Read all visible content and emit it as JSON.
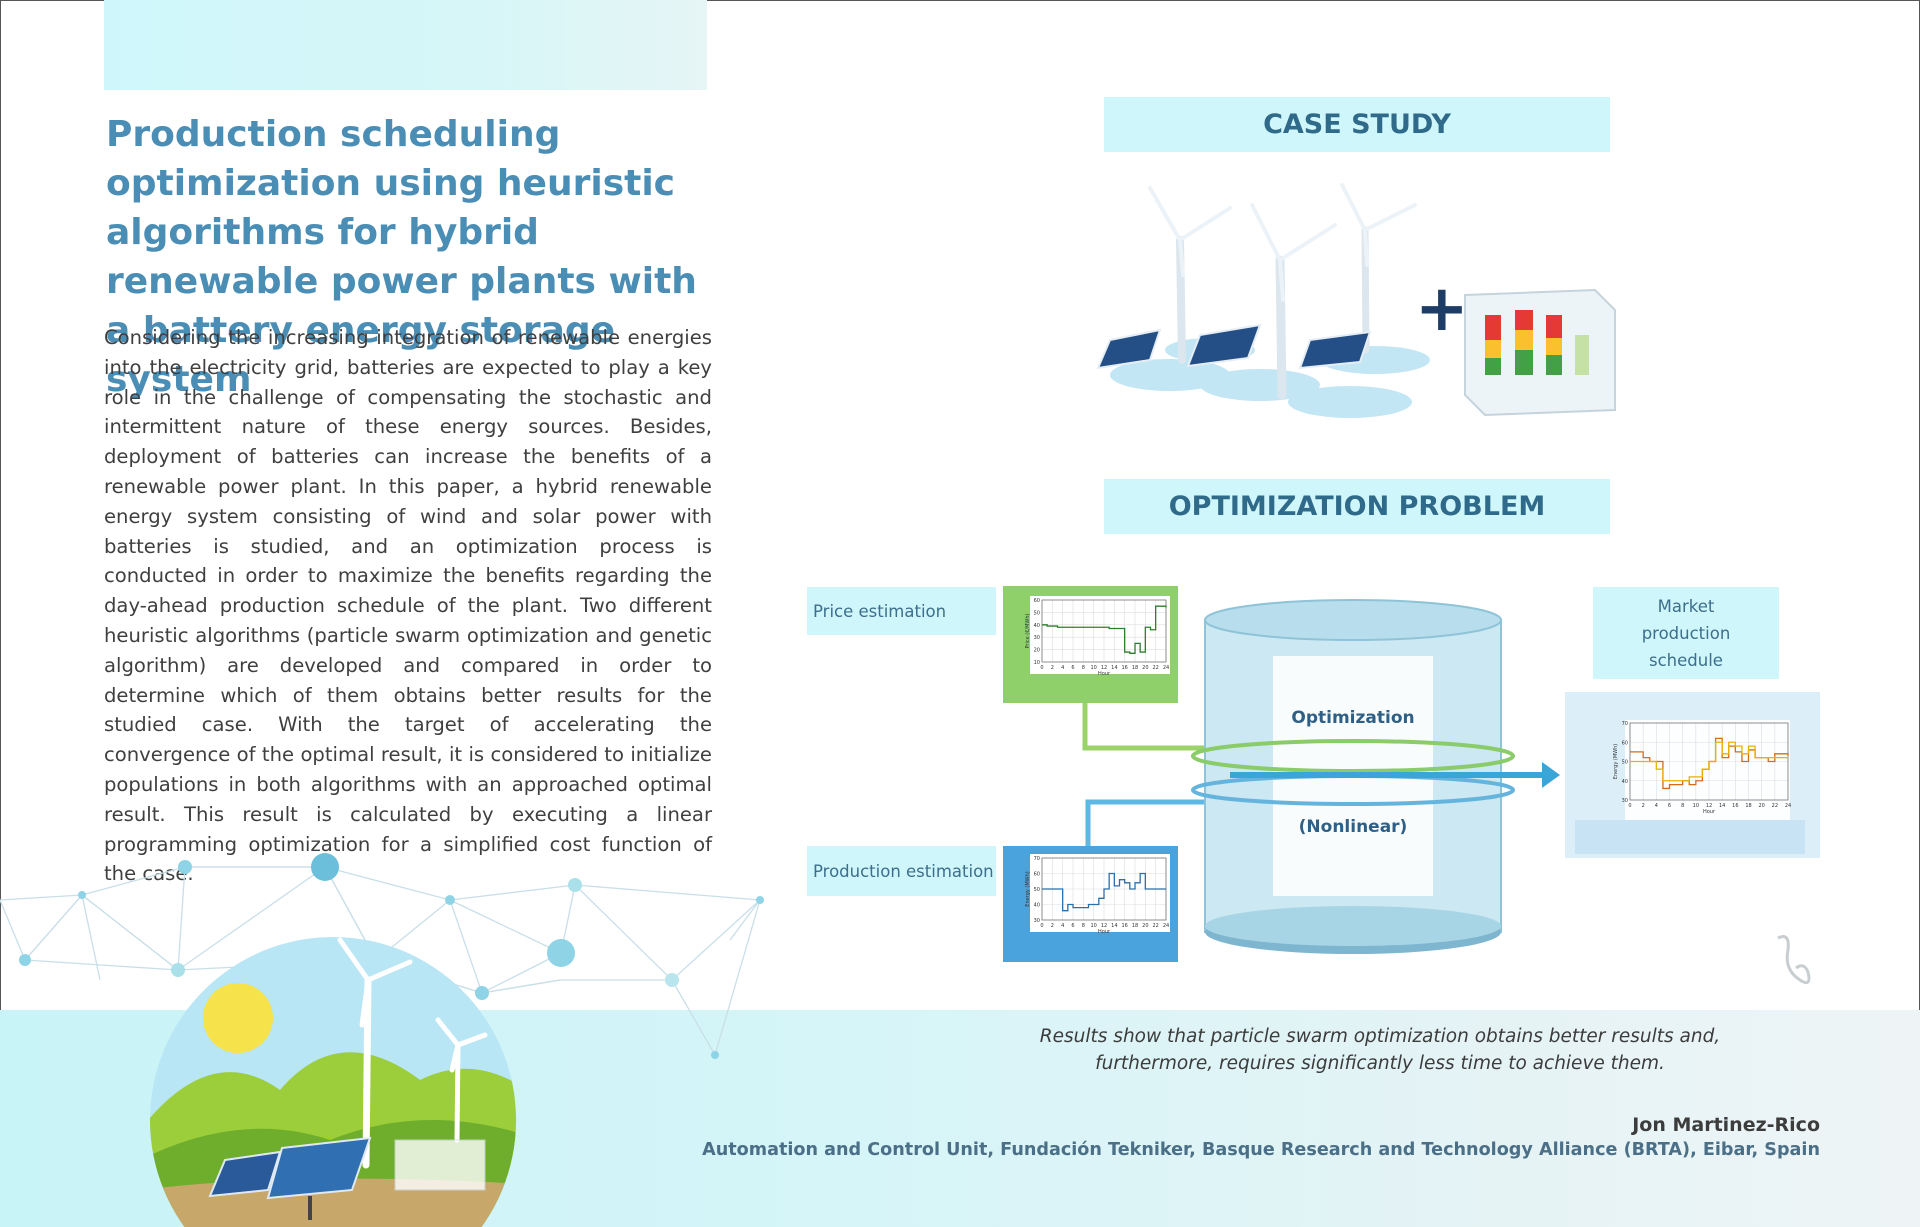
{
  "paper": {
    "title": "Production scheduling optimization using heuristic algorithms for hybrid renewable power plants with a battery energy storage system",
    "abstract": "Considering the increasing integration of renewable energies into the electricity grid, batteries are expected to play a key role in the challenge of compensating the stochastic and intermittent nature of these energy sources. Besides, deployment of batteries can increase the benefits of a renewable power plant. In this paper, a hybrid renewable energy system consisting of wind and solar power with batteries is studied, and an optimization process is conducted in order to maximize the benefits regarding the day-ahead production schedule of the plant. Two different heuristic algorithms (particle swarm optimization and genetic algorithm) are developed and compared in order to determine which of them obtains better results for the studied case. With the target of accelerating the convergence of the optimal result, it is considered to initialize populations in both algorithms with an approached optimal result. This result is calculated by executing a linear programming optimization for a simplified cost function of the case.",
    "result_line1": "Results show that particle swarm optimization obtains better results and,",
    "result_line2": "furthermore, requires significantly less time to achieve them.",
    "author": "Jon Martinez-Rico",
    "affiliation": "Automation and Control Unit, Fundación Tekniker, Basque Research and Technology Alliance (BRTA), Eibar, Spain"
  },
  "figure": {
    "case_study_header": "CASE STUDY",
    "optimization_header": "OPTIMIZATION PROBLEM",
    "price_label": "Price estimation",
    "production_label": "Production estimation",
    "market_line1": "Market",
    "market_line2": "production",
    "market_line3": "schedule",
    "optimization_label": "Optimization",
    "nonlinear_label": "(Nonlinear)",
    "plus_sign": "+"
  },
  "colors": {
    "title": "#4a8db5",
    "header_bg": "#cff6fa",
    "band": "#c8f3f7"
  },
  "chart_data": [
    {
      "type": "line",
      "name": "price-estimation-chart",
      "xlabel": "Hour",
      "ylabel": "Price (€/MWh)",
      "xticks": [
        "0",
        "2",
        "4",
        "6",
        "8",
        "10",
        "12",
        "14",
        "16",
        "18",
        "20",
        "22",
        "24"
      ],
      "yticks": [
        "10",
        "20",
        "30",
        "40",
        "50",
        "60"
      ],
      "ylim": [
        10,
        60
      ],
      "color": "#2e7d2e",
      "x": [
        0,
        1,
        2,
        3,
        4,
        5,
        6,
        7,
        8,
        9,
        10,
        11,
        12,
        13,
        14,
        15,
        16,
        17,
        18,
        19,
        20,
        21,
        22,
        23,
        24
      ],
      "values": [
        40,
        39,
        39,
        38,
        38,
        38,
        38,
        38,
        38,
        38,
        38,
        38,
        38,
        37,
        37,
        37,
        18,
        17,
        25,
        18,
        38,
        36,
        55,
        55,
        54
      ]
    },
    {
      "type": "line",
      "name": "production-estimation-chart",
      "xlabel": "Hour",
      "ylabel": "Energy (MWh)",
      "xticks": [
        "0",
        "2",
        "4",
        "6",
        "8",
        "10",
        "12",
        "14",
        "16",
        "18",
        "20",
        "22",
        "24"
      ],
      "yticks": [
        "30",
        "40",
        "50",
        "60",
        "70"
      ],
      "ylim": [
        30,
        70
      ],
      "color": "#2b6fa8",
      "x": [
        0,
        1,
        2,
        3,
        4,
        5,
        6,
        7,
        8,
        9,
        10,
        11,
        12,
        13,
        14,
        15,
        16,
        17,
        18,
        19,
        20,
        21,
        22,
        23,
        24
      ],
      "values": [
        50,
        50,
        50,
        50,
        36,
        40,
        38,
        38,
        38,
        40,
        40,
        44,
        50,
        60,
        52,
        56,
        54,
        50,
        54,
        60,
        50,
        50,
        50,
        50,
        50
      ]
    },
    {
      "type": "line",
      "name": "market-schedule-chart",
      "xlabel": "Hour",
      "ylabel": "Energy (MWh)",
      "xticks": [
        "0",
        "2",
        "4",
        "6",
        "8",
        "10",
        "12",
        "14",
        "16",
        "18",
        "20",
        "22",
        "24"
      ],
      "yticks": [
        "30",
        "40",
        "50",
        "60",
        "70"
      ],
      "ylim": [
        30,
        70
      ],
      "series": [
        {
          "name": "schedule",
          "color": "#d96a1a",
          "values": [
            55,
            55,
            52,
            50,
            50,
            36,
            38,
            38,
            40,
            38,
            40,
            46,
            50,
            62,
            52,
            58,
            55,
            50,
            56,
            52,
            52,
            50,
            54,
            54,
            53
          ]
        },
        {
          "name": "estimate",
          "color": "#e7b400",
          "values": [
            50,
            50,
            50,
            50,
            46,
            40,
            40,
            40,
            40,
            42,
            42,
            46,
            50,
            60,
            54,
            60,
            58,
            54,
            58,
            52,
            52,
            52,
            52,
            52,
            52
          ]
        }
      ]
    }
  ]
}
